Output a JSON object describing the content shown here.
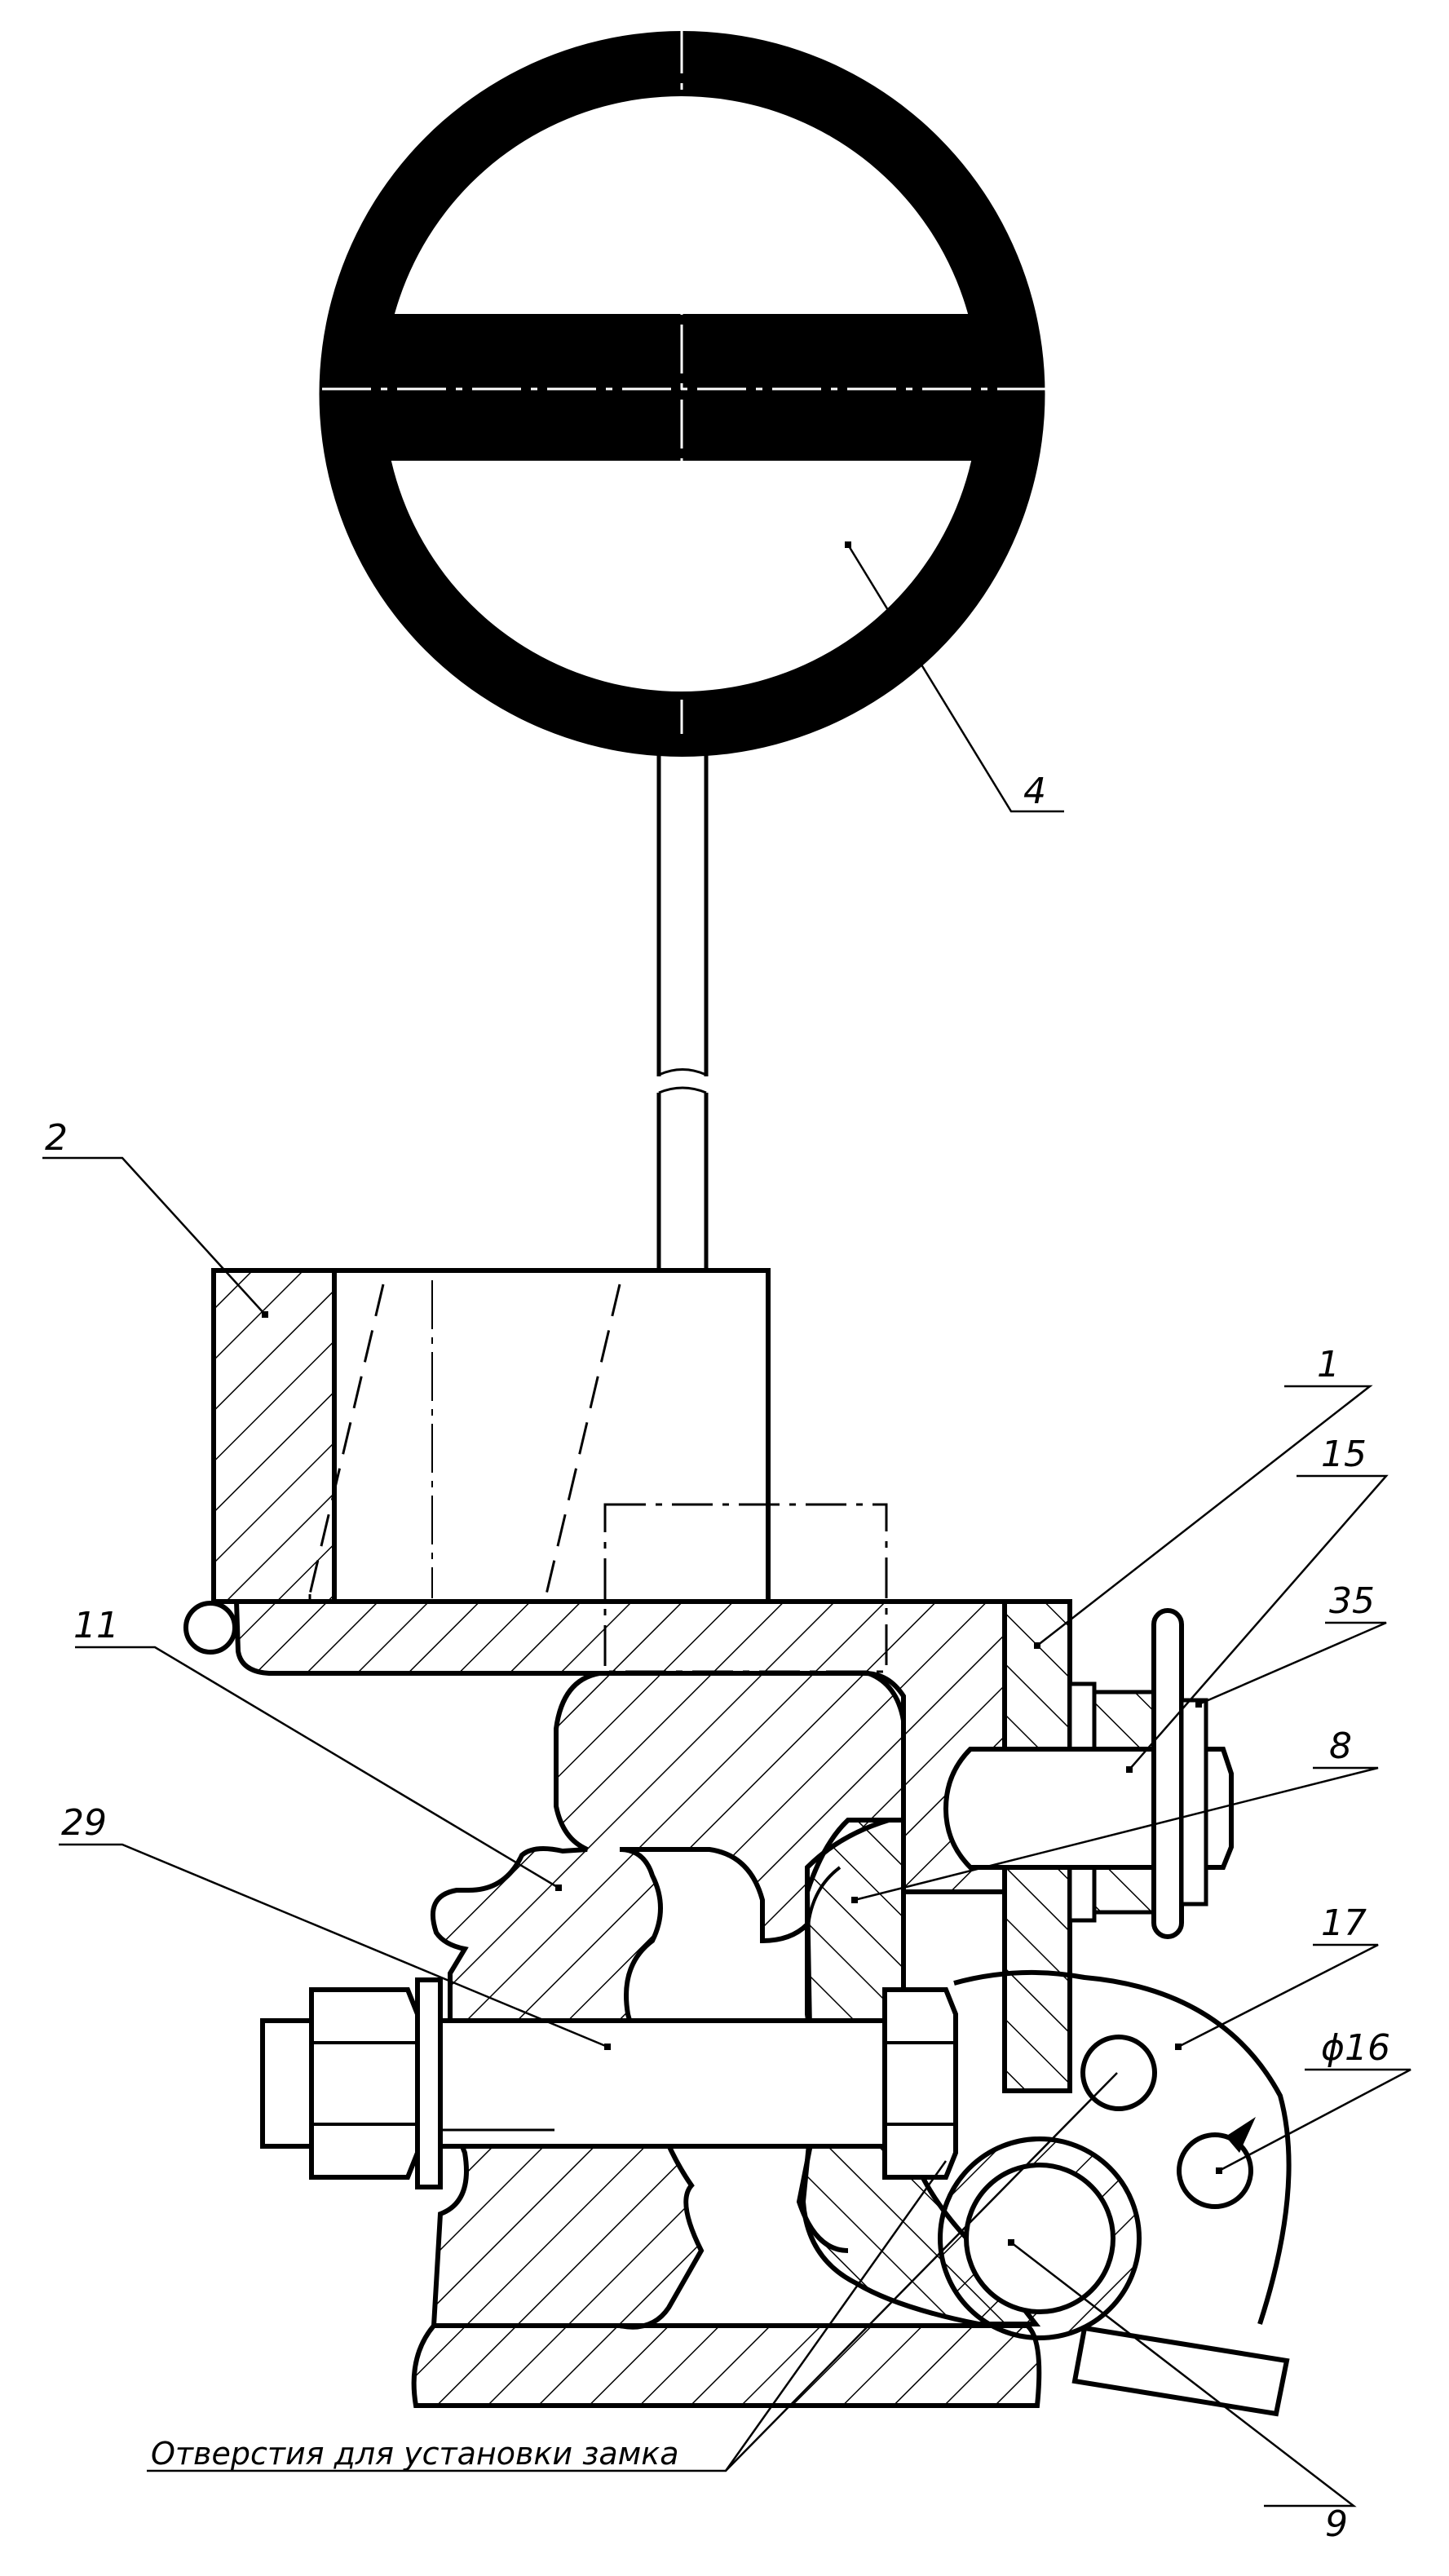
{
  "part_labels": {
    "p1": "1",
    "p2": "2",
    "p4": "4",
    "p8": "8",
    "p9": "9",
    "p11": "11",
    "p15": "15",
    "p17": "17",
    "p29": "29",
    "p35": "35"
  },
  "dimension": "ϕ16",
  "note": "Отверстия для установки замка"
}
